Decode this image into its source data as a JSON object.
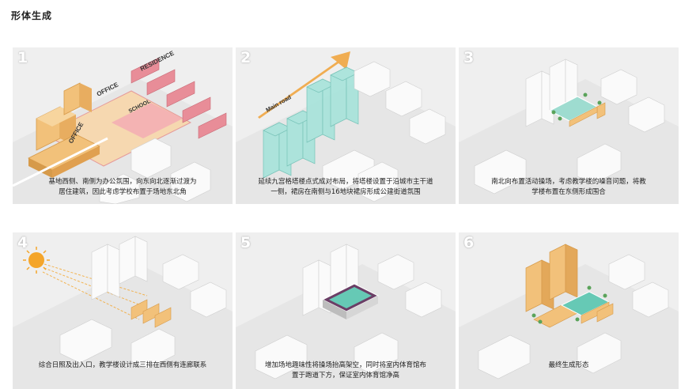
{
  "page": {
    "title": "形体生成"
  },
  "panels": [
    {
      "number": "1",
      "caption_lines": [
        "基地西侧、南侧为办公氛围，向东向北逐渐过渡为",
        "居住建筑，因此考虑学校布置于场地东北角"
      ],
      "labels": {
        "residence": "RESIDENCE",
        "office_top": "OFFICE",
        "office_left": "OFFICE",
        "school": "SCHOOL"
      }
    },
    {
      "number": "2",
      "caption_lines": [
        "延续九宫格塔楼点式成对布局，将塔楼设置于沿城市主干道",
        "一侧，裙房在南侧与16地块裙房形成公建街道氛围"
      ],
      "labels": {
        "main_road": "Main road"
      }
    },
    {
      "number": "3",
      "caption_lines": [
        "南北向布置活动操场，考虑教学楼的噪音问题，将教",
        "学楼布置在东侧形成围合"
      ]
    },
    {
      "number": "4",
      "caption_lines": [
        "综合日照及出入口，教学楼设计成三排在西侧有连廊联系"
      ]
    },
    {
      "number": "5",
      "caption_lines": [
        "增加场地趣味性将操场抬高架空，同时将室内体育馆布",
        "置于跑道下方，保证室内体育馆净高"
      ]
    },
    {
      "number": "6",
      "caption_lines": [
        "最终生成形态"
      ]
    }
  ],
  "colors": {
    "office": "#f2c17a",
    "residence": "#e88d98",
    "tower": "#a6e3da",
    "building": "#f7f7f7",
    "ground": "#ececec",
    "arrow": "#f0a540",
    "sun": "#f4a52a"
  }
}
